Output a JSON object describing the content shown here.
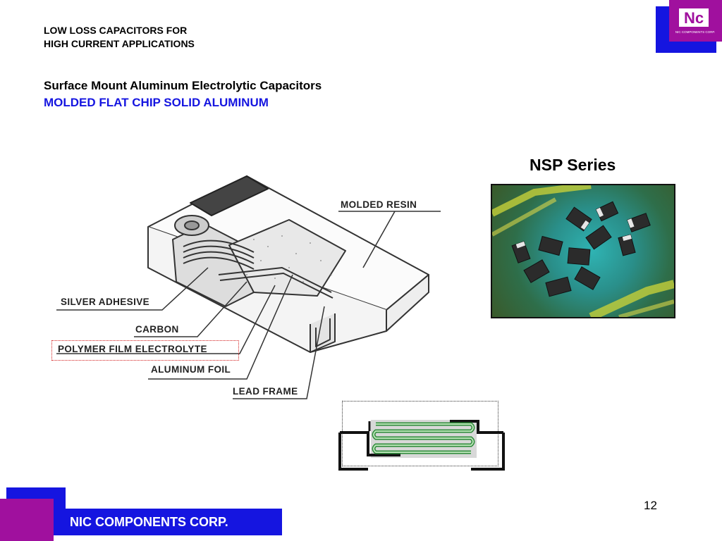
{
  "header": {
    "title_line1": "LOW LOSS CAPACITORS FOR",
    "title_line2": "HIGH CURRENT APPLICATIONS"
  },
  "subtitle": {
    "line1": "Surface Mount Aluminum Electrolytic Capacitors",
    "line2": "MOLDED FLAT CHIP SOLID ALUMINUM"
  },
  "series_title": "NSP Series",
  "diagram": {
    "labels": {
      "molded_resin": "MOLDED RESIN",
      "silver_adhesive": "SILVER ADHESIVE",
      "carbon": "CARBON",
      "polymer_film": "POLYMER FILM ELECTROLYTE",
      "aluminum_foil": "ALUMINUM FOIL",
      "lead_frame": "LEAD FRAME"
    }
  },
  "logo": {
    "mark": "Nc",
    "text": "NIC COMPONENTS CORP."
  },
  "footer": {
    "company": "NIC COMPONENTS CORP.",
    "page_number": "12"
  },
  "colors": {
    "brand_blue": "#1515e0",
    "brand_purple": "#a0109e",
    "highlight_red": "#d21a1a",
    "foil_green": "#2e8b3a"
  }
}
